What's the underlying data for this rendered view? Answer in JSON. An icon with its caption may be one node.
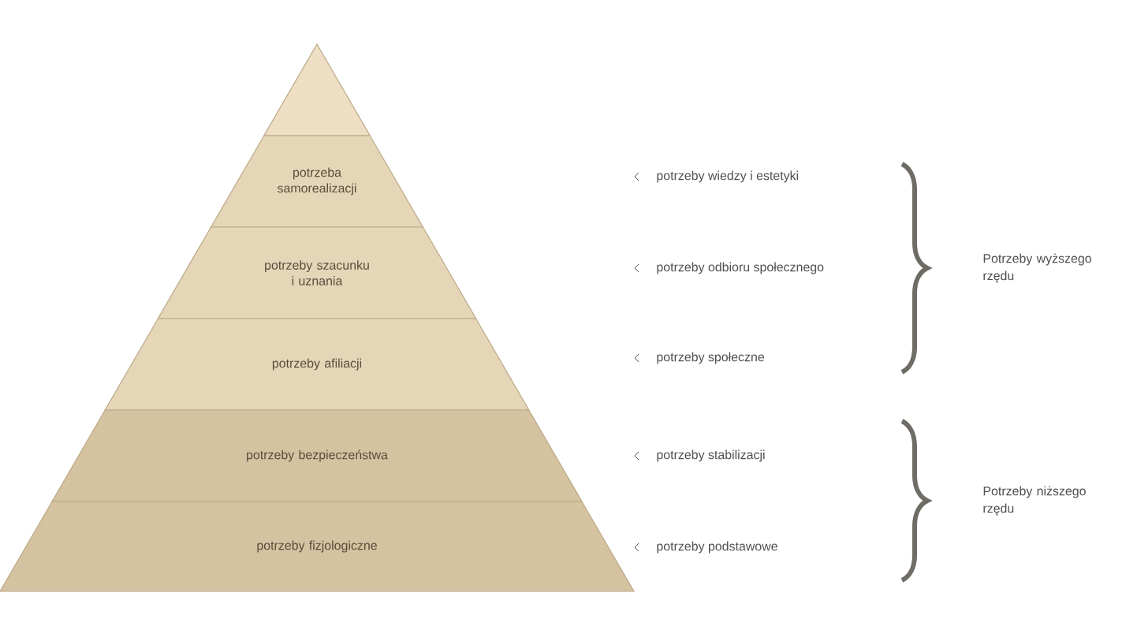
{
  "diagram": {
    "nodes": [
      {
        "text": [],
        "shape": "triangle"
      },
      {
        "text": [
          "potrzeba samorealizacji"
        ]
      },
      {
        "text": [
          "potrzeby szacunku i uznania"
        ]
      },
      {
        "text": [
          "potrzeby afiliacji"
        ]
      },
      {
        "text": [
          "potrzeby bezpieczeństwa"
        ]
      },
      {
        "text": [
          "potrzeby fizjologiczne"
        ]
      }
    ],
    "labels": [
      "potrzeby wiedzy i estetyki",
      "Potrzeby wyższego rzędu",
      "potrzeby odbioru społecznego",
      "potrzeby społeczne",
      "potrzeby stabilizacji",
      "Potrzeby niższego rzędu",
      "potrzeby podstawowe"
    ]
  }
}
